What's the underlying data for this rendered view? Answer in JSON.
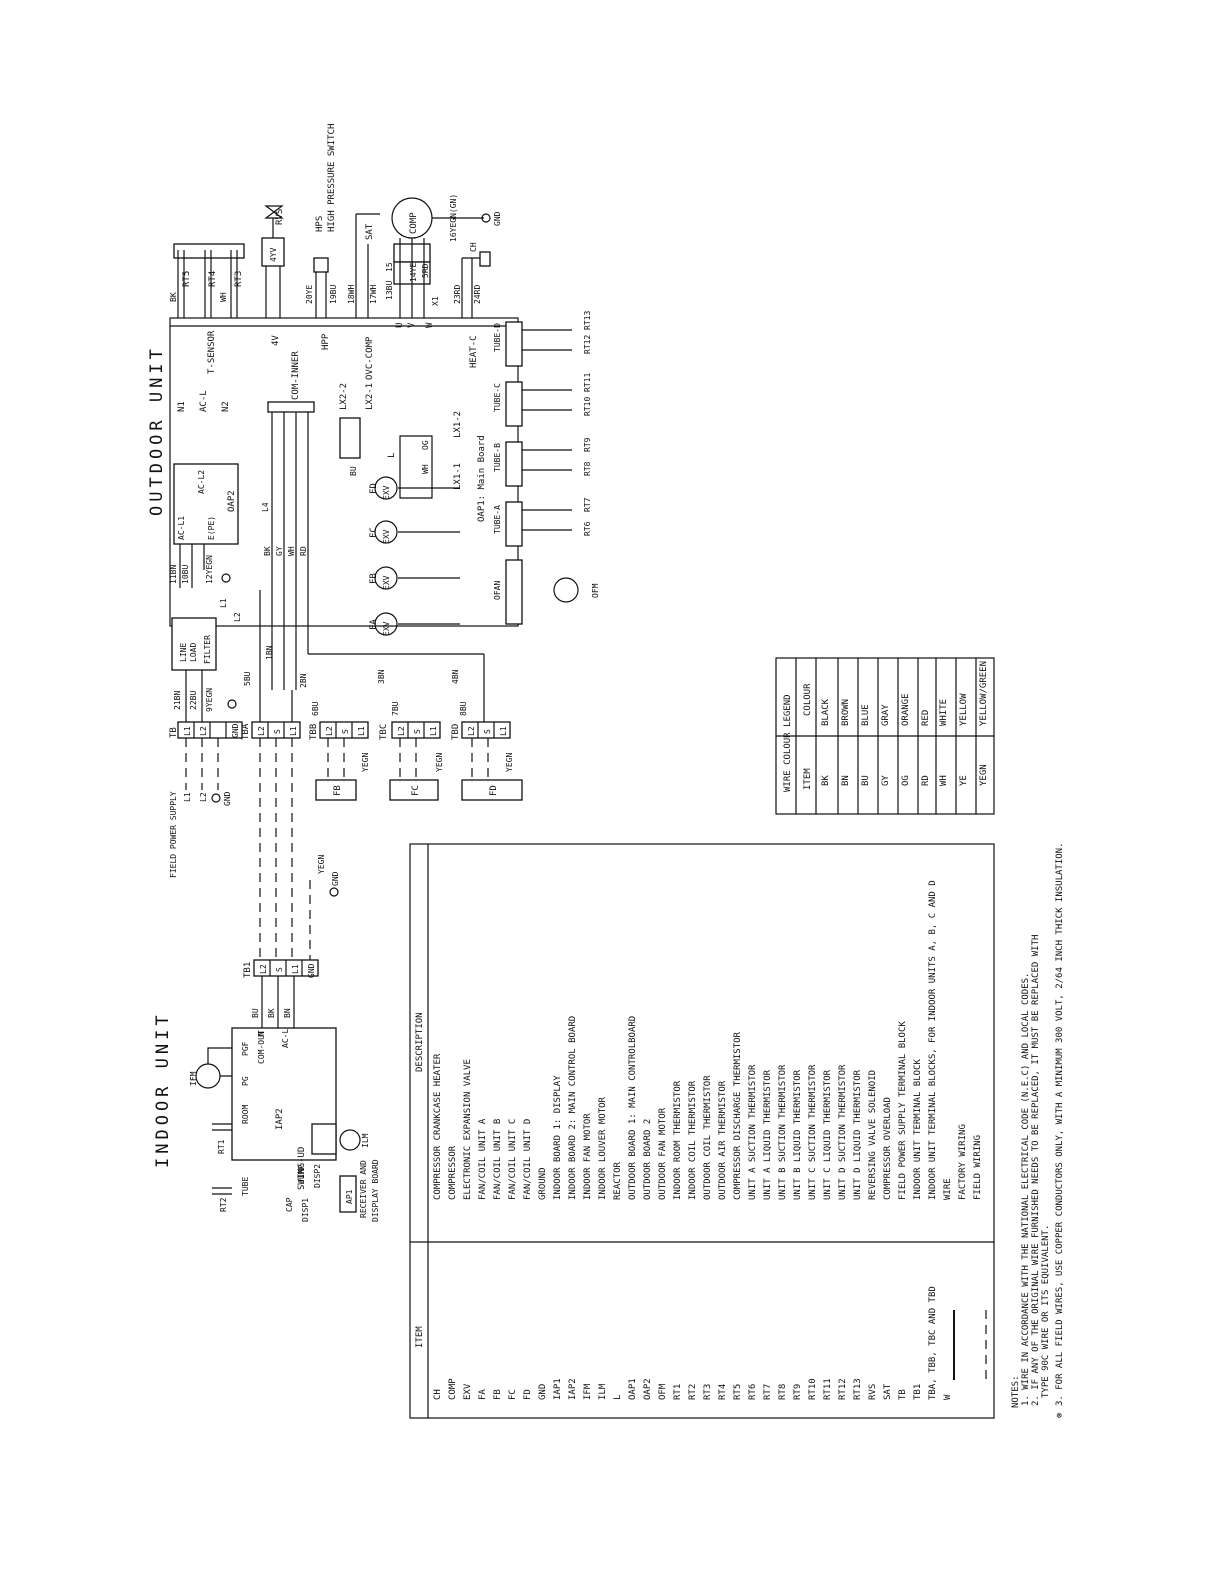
{
  "units": {
    "outdoor_title": "OUTDOOR UNIT",
    "indoor_title": "INDOOR UNIT"
  },
  "outdoor": {
    "rt5": "RT5",
    "rt4": "RT4",
    "rt3": "RT3",
    "bk": "BK",
    "wh": "WH",
    "rvs": "RVS",
    "fourYV": "4YV",
    "hps": "HPS",
    "hps_label": "HIGH PRESSURE SWITCH",
    "sat": "SAT",
    "comp": "COMP",
    "gn_wire": "16YEGN(GN)",
    "gnd": "GND",
    "ch": "CH",
    "w20": "20YE",
    "w19": "19BU",
    "w18": "18WH",
    "w17": "17WH",
    "w15": "15",
    "w13": "13BU",
    "w14": "14YE",
    "w5": "5RD",
    "w23": "23RD",
    "w24": "24RD",
    "tsensor": "T-SENSOR",
    "fourv": "4V",
    "hpp": "HPP",
    "ovc": "OVC-COMP",
    "u": "U",
    "v": "V",
    "wv": "W",
    "x1": "X1",
    "heatc": "HEAT-C",
    "n1": "N1",
    "acl": "AC-L",
    "n2": "N2",
    "cominner": "COM-INNER",
    "lx22": "LX2-2",
    "lx21": "LX2-1",
    "lx12": "LX1-2",
    "lx11": "LX1-1",
    "main_board": "OAP1: Main Board",
    "og": "OG",
    "l": "L",
    "oap2": "OAP2",
    "acl1": "AC-L1",
    "acl2": "AC-L2",
    "epe": "E(PE)",
    "tube_d": "TUBE-D",
    "tube_c": "TUBE-C",
    "tube_b": "TUBE-B",
    "tube_a": "TUBE-A",
    "rt13": "RT13",
    "rt12": "RT12",
    "rt11": "RT11",
    "rt10": "RT10",
    "rt9": "RT9",
    "rt8": "RT8",
    "rt7": "RT7",
    "rt6": "RT6",
    "ofan": "OFAN",
    "ofm": "OFM",
    "l4": "L4",
    "bk2": "BK",
    "gy": "GY",
    "wh2": "WH",
    "rd": "RD",
    "fa": "FA",
    "fb": "FB",
    "fc": "FC",
    "fd": "FD",
    "exv": "EXV",
    "bu": "BU",
    "l1w": "11BN",
    "l10": "10BU",
    "l12": "12YEGN",
    "l1": "L1",
    "l2": "L2",
    "filter1": "LINE",
    "filter2": "LOAD",
    "filter3": "FILTER"
  },
  "terminals": {
    "tb": "TB",
    "tba": "TBA",
    "tbb": "TBB",
    "tbc": "TBC",
    "tbd": "TBD",
    "l1": "L1",
    "l2": "L2",
    "gnd": "GND",
    "s": "S",
    "w21": "21BN",
    "w22": "22BU",
    "w9": "9YEGN",
    "w5bu": "5BU",
    "w1bn": "1BN",
    "w2bn": "2BN",
    "w3bn": "3BN",
    "w4bn": "4BN",
    "w6bu": "6BU",
    "w7bu": "7BU",
    "w8bu": "8BU",
    "yegn": "YEGN",
    "fb": "FB",
    "fc": "FC",
    "fd": "FD",
    "supply": "FIELD POWER SUPPLY",
    "sl1": "L1",
    "sl2": "L2",
    "sgnd": "GND"
  },
  "indoor": {
    "ifm": "IFM",
    "pgf": "PGF",
    "pg": "PG",
    "rt1": "RT1",
    "room": "ROOM",
    "iap2": "IAP2",
    "swing": "SWING-UD",
    "ilm": "ILM",
    "rt2": "RT2",
    "tube": "TUBE",
    "cap": "CAP",
    "jump": "JUMP",
    "disp1": "DISP1",
    "disp2": "DISP2",
    "ap1": "AP1",
    "receiver": "RECEIVER AND",
    "display_board": "DISPLAY BOARD",
    "comout": "COM-OUT",
    "acl": "AC-L",
    "n": "N",
    "tb1": "TB1",
    "l2": "L2",
    "s": "S",
    "l1": "L1",
    "gnd": "GND",
    "bu": "BU",
    "bk": "BK",
    "bn": "BN",
    "yegn": "YEGN",
    "gnd2": "GND"
  },
  "legend": {
    "title": "WIRE COLOUR LEGEND",
    "headers": [
      "ITEM",
      "COLOUR"
    ],
    "rows": [
      [
        "BK",
        "BLACK"
      ],
      [
        "BN",
        "BROWN"
      ],
      [
        "BU",
        "BLUE"
      ],
      [
        "GY",
        "GRAY"
      ],
      [
        "OG",
        "ORANGE"
      ],
      [
        "RD",
        "RED"
      ],
      [
        "WH",
        "WHITE"
      ],
      [
        "YE",
        "YELLOW"
      ],
      [
        "YEGN",
        "YELLOW/GREEN"
      ]
    ]
  },
  "items_table": {
    "headers": [
      "ITEM",
      "DESCRIPTION"
    ],
    "rows": [
      [
        "CH",
        "COMPRESSOR CRANKCASE HEATER"
      ],
      [
        "COMP",
        "COMPRESSOR"
      ],
      [
        "EXV",
        "ELECTRONIC EXPANSION VALVE"
      ],
      [
        "FA",
        "FAN/COIL UNIT A"
      ],
      [
        "FB",
        "FAN/COIL UNIT B"
      ],
      [
        "FC",
        "FAN/COIL UNIT C"
      ],
      [
        "FD",
        "FAN/COIL UNIT D"
      ],
      [
        "GND",
        "GROUND"
      ],
      [
        "IAP1",
        "INDOOR BOARD 1: DISPLAY"
      ],
      [
        "IAP2",
        "INDOOR BOARD 2: MAIN CONTROL BOARD"
      ],
      [
        "IFM",
        "INDOOR FAN MOTOR"
      ],
      [
        "ILM",
        "INDOOR LOUVER MOTOR"
      ],
      [
        "L",
        "REACTOR"
      ],
      [
        "OAP1",
        "OUTDOOR BOARD 1: MAIN CONTROLBOARD"
      ],
      [
        "OAP2",
        "OUTDOOR BOARD 2"
      ],
      [
        "OFM",
        "OUTDOOR FAN MOTOR"
      ],
      [
        "RT1",
        "INDOOR ROOM THERMISTOR"
      ],
      [
        "RT2",
        "INDOOR COIL THERMISTOR"
      ],
      [
        "RT3",
        "OUTDOOR COIL THERMISTOR"
      ],
      [
        "RT4",
        "OUTDOOR AIR THERMISTOR"
      ],
      [
        "RT5",
        "COMPRESSOR DISCHARGE THERMISTOR"
      ],
      [
        "RT6",
        "UNIT A SUCTION THERMISTOR"
      ],
      [
        "RT7",
        "UNIT A LIQUID THERMISTOR"
      ],
      [
        "RT8",
        "UNIT B SUCTION THERMISTOR"
      ],
      [
        "RT9",
        "UNIT B LIQUID THERMISTOR"
      ],
      [
        "RT10",
        "UNIT C SUCTION THERMISTOR"
      ],
      [
        "RT11",
        "UNIT C LIQUID THERMISTOR"
      ],
      [
        "RT12",
        "UNIT D SUCTION THERMISTOR"
      ],
      [
        "RT13",
        "UNIT D LIQUID THERMISTOR"
      ],
      [
        "RVS",
        "REVERSING VALVE SOLENOID"
      ],
      [
        "SAT",
        "COMPRESSOR OVERLOAD"
      ],
      [
        "TB",
        "FIELD POWER SUPPLY TERMINAL BLOCK"
      ],
      [
        "TB1",
        "INDOOR UNIT TERMINAL BLOCK"
      ],
      [
        "TBA, TBB, TBC AND TBD",
        "INDOOR UNIT TERMINAL BLOCKS, FOR INDOOR UNITS A, B, C AND D"
      ],
      [
        "W",
        "WIRE"
      ],
      [
        "",
        "FACTORY WIRING"
      ],
      [
        "",
        "FIELD WIRING"
      ]
    ]
  },
  "notes": {
    "title": "NOTES:",
    "lines": [
      "1. WIRE IN ACCORDANCE WITH THE NATIONAL ELECTRICAL CODE (N.E.C) AND LOCAL CODES.",
      "2. IF ANY OF THE ORIGINAL WIRE FURNISHED NEEDS TO BE REPLACED, IT MUST BE REPLACED WITH",
      "TYPE 90C WIRE OR ITS EQUIVALENT.",
      "3. FOR ALL FIELD WIRES, USE COPPER CONDUCTORS ONLY, WITH A MINIMUM 300 VOLT, 2/64 INCH THICK INSULATION."
    ],
    "symbol": "⊗"
  }
}
